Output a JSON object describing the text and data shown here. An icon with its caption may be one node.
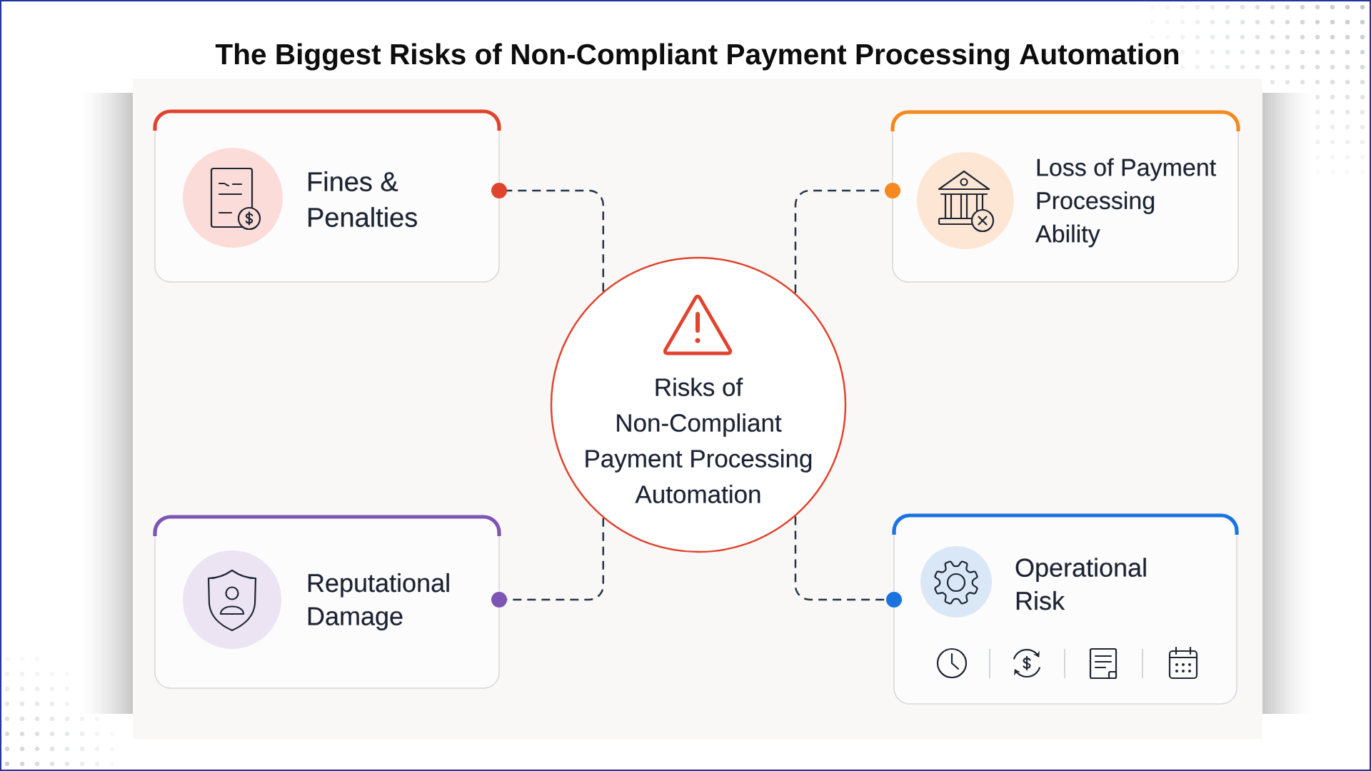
{
  "diagram": {
    "title": "The Biggest Risks of Non-Compliant Payment Processing Automation",
    "nodes": [
      {
        "text": [
          "Fines & Penalties"
        ]
      },
      {
        "text": [
          "Loss of Payment Processing Ability"
        ]
      },
      {
        "text": [
          "Risks of Non-Compliant Payment Processing Automation"
        ]
      },
      {
        "text": [
          "Reputational Damage"
        ]
      },
      {
        "text": [
          "Operational Risk"
        ]
      }
    ],
    "edges": [
      {
        "from": 2,
        "to": 0,
        "arrow": "other",
        "style": "dashed"
      },
      {
        "from": 2,
        "to": 1,
        "arrow": "other",
        "style": "dashed"
      },
      {
        "from": 2,
        "to": 3,
        "arrow": "other",
        "style": "dashed"
      },
      {
        "from": 2,
        "to": 4,
        "arrow": "other",
        "style": "dashed"
      }
    ]
  }
}
